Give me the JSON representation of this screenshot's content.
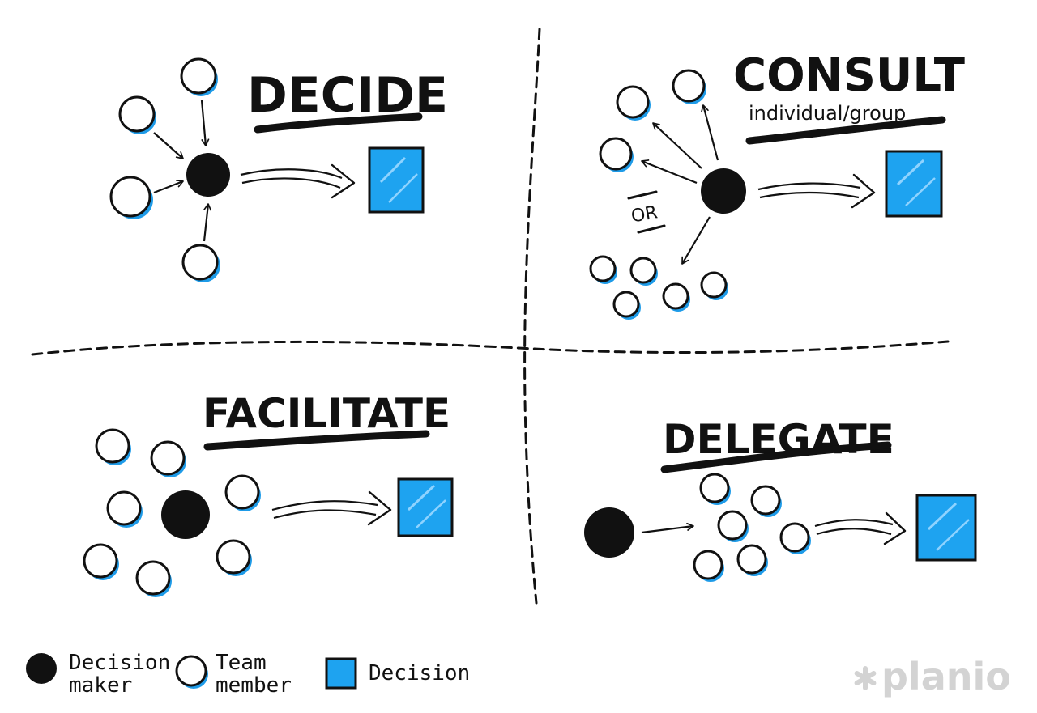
{
  "colors": {
    "ink": "#111111",
    "accent": "#1e9be8",
    "decision_fill": "#1ea3f0",
    "logo": "#d3d3d3"
  },
  "quadrants": {
    "decide": {
      "title": "DECIDE"
    },
    "consult": {
      "title": "CONSULT",
      "subtitle": "individual/group",
      "or_label": "OR"
    },
    "facilitate": {
      "title": "FACILITATE"
    },
    "delegate": {
      "title": "DELEGATE"
    }
  },
  "legend": {
    "decision_maker": {
      "line1": "Decision",
      "line2": "maker"
    },
    "team_member": {
      "line1": "Team",
      "line2": "member"
    },
    "decision": {
      "label": "Decision"
    }
  },
  "brand": {
    "logo": "planio"
  }
}
